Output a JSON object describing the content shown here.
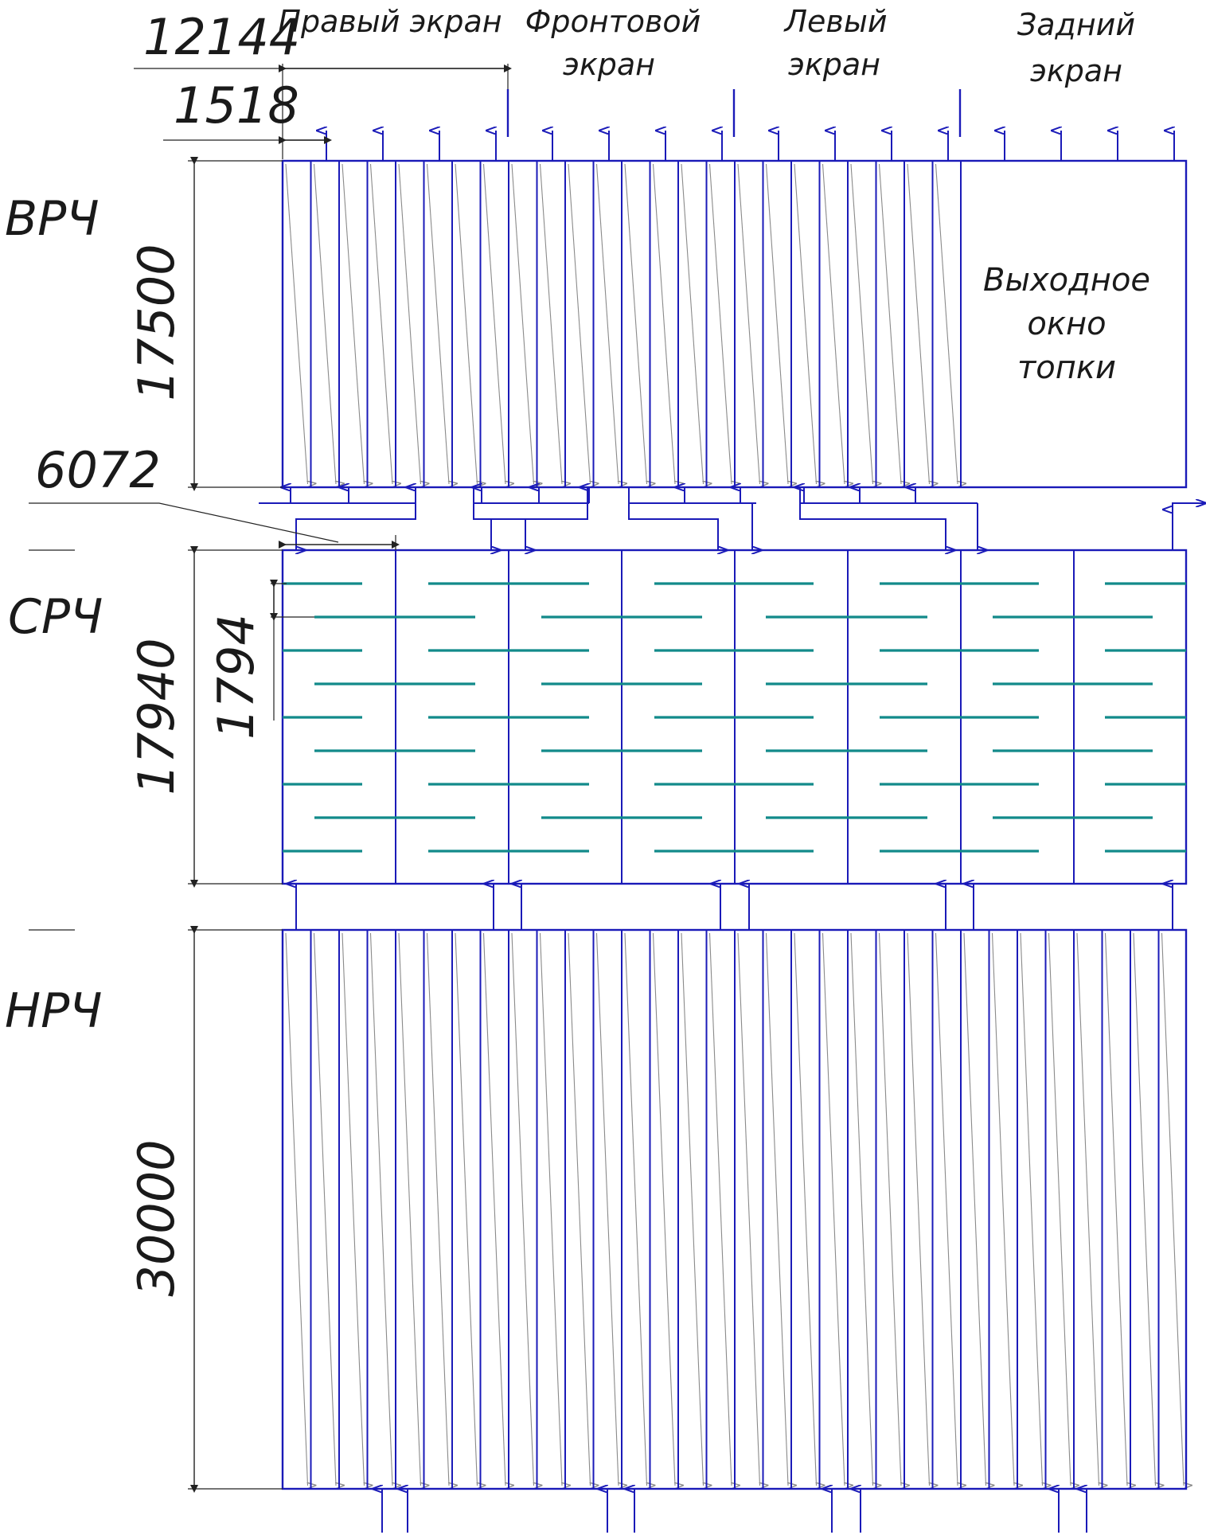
{
  "dimensions": {
    "width_total": "12144",
    "panel_width": "1518",
    "vrch_height": "17500",
    "srch_cell_width": "6072",
    "srch_height": "17940",
    "srch_step": "1794",
    "nrch_height": "30000"
  },
  "zones": {
    "vrch": "ВРЧ",
    "srch": "СРЧ",
    "nrch": "НРЧ"
  },
  "screens": [
    {
      "line1": "Правый экран",
      "line2": ""
    },
    {
      "line1": "Фронтовой",
      "line2": "экран"
    },
    {
      "line1": "Левый",
      "line2": "экран"
    },
    {
      "line1": "Задний",
      "line2": "экран"
    }
  ],
  "furnace_outlet": {
    "line1": "Выходное",
    "line2": "окно",
    "line3": "топки"
  },
  "colors": {
    "frame": "#1a1ab8",
    "coil": "#128a8a",
    "hatch": "#8a8a8a",
    "dim_line": "#222222"
  }
}
